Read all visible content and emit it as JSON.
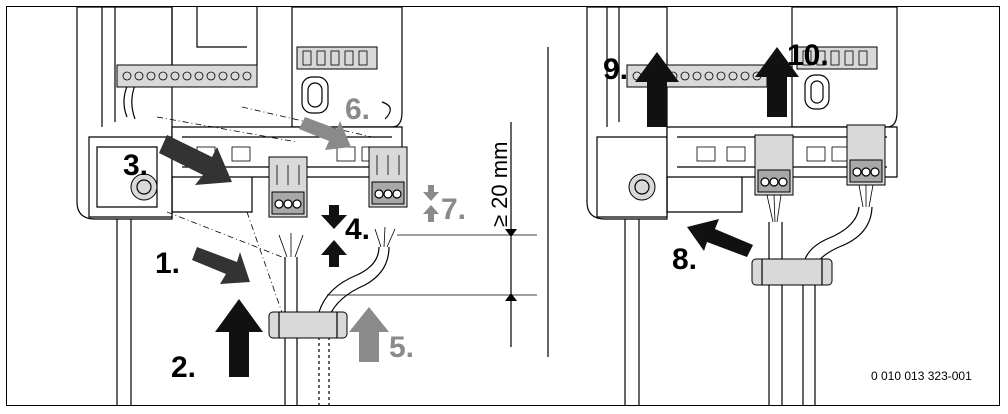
{
  "figure_id": "0 010 013 323-001",
  "dimension_label": "≥ 20 mm",
  "steps": {
    "s1": "1.",
    "s2": "2.",
    "s3": "3.",
    "s4": "4.",
    "s5": "5.",
    "s6": "6.",
    "s7": "7.",
    "s8": "8.",
    "s9": "9.",
    "s10": "10."
  },
  "colors": {
    "step_black": "#000000",
    "step_grey": "#8a8a8a"
  }
}
